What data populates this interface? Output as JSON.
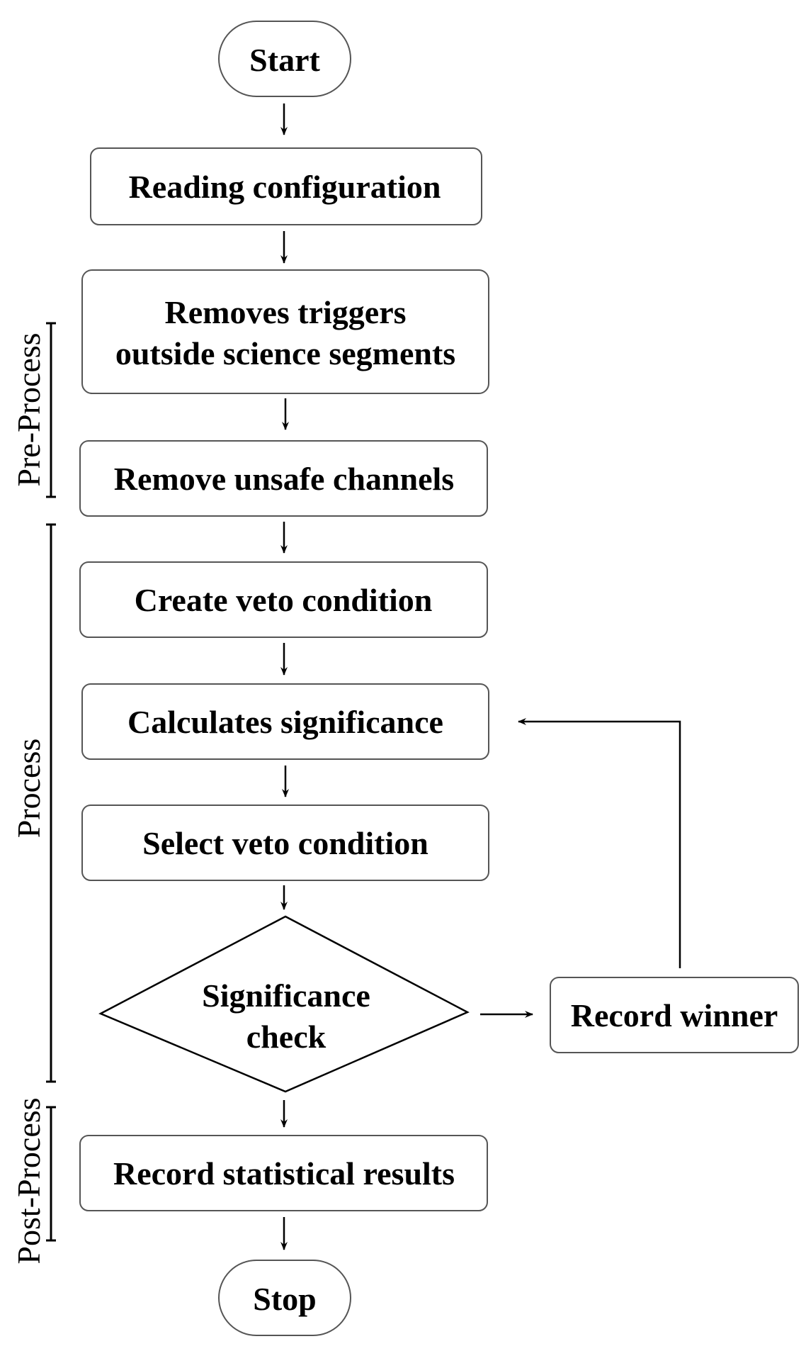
{
  "nodes": {
    "start": "Start",
    "reading_config": "Reading configuration",
    "removes_triggers_line1": "Removes triggers",
    "removes_triggers_line2": "outside science segments",
    "remove_unsafe": "Remove unsafe channels",
    "create_veto": "Create veto condition",
    "calc_significance": "Calculates significance",
    "select_veto": "Select veto condition",
    "sig_check_line1": "Significance",
    "sig_check_line2": "check",
    "record_winner": "Record winner",
    "record_stats": "Record statistical results",
    "stop": "Stop"
  },
  "phases": {
    "pre_process": "Pre-Process",
    "process": "Process",
    "post_process": "Post-Process"
  }
}
